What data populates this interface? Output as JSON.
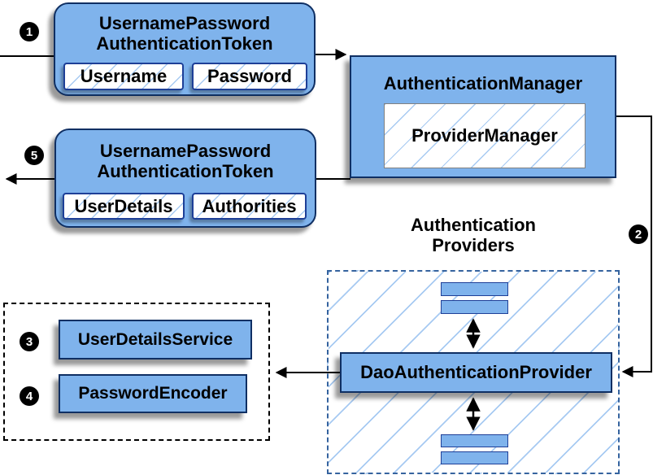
{
  "colors": {
    "box_fill": "#7FB3EC",
    "box_border": "#0F2F63",
    "field_border": "#1E3F97",
    "bar_border": "#1E3F97",
    "hatch_line": "#A7CAF2",
    "dashed_border": "#35639F",
    "dotted_border": "#000000",
    "arrow": "#000000",
    "step_bg": "#000000",
    "step_fg": "#ffffff"
  },
  "steps": {
    "s1": "1",
    "s2": "2",
    "s3": "3",
    "s4": "4",
    "s5": "5"
  },
  "token_request": {
    "title_line1": "UsernamePassword",
    "title_line2": "AuthenticationToken",
    "field1": "Username",
    "field2": "Password"
  },
  "auth_manager": {
    "title": "AuthenticationManager",
    "inner": "ProviderManager"
  },
  "token_response": {
    "title_line1": "UsernamePassword",
    "title_line2": "AuthenticationToken",
    "field1": "UserDetails",
    "field2": "Authorities"
  },
  "providers": {
    "title_line1": "Authentication",
    "title_line2": "Providers",
    "dao": "DaoAuthenticationProvider"
  },
  "services": {
    "user_details_service": "UserDetailsService",
    "password_encoder": "PasswordEncoder"
  }
}
